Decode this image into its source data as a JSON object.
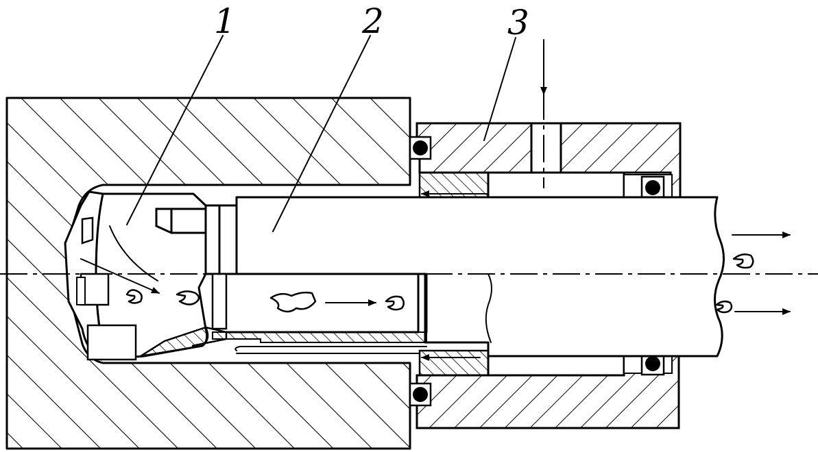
{
  "diagram": {
    "callouts": [
      {
        "id": "1",
        "label": "1"
      },
      {
        "id": "2",
        "label": "2"
      },
      {
        "id": "3",
        "label": "3"
      }
    ]
  },
  "colors": {
    "stroke": "#000000",
    "background": "#ffffff"
  }
}
